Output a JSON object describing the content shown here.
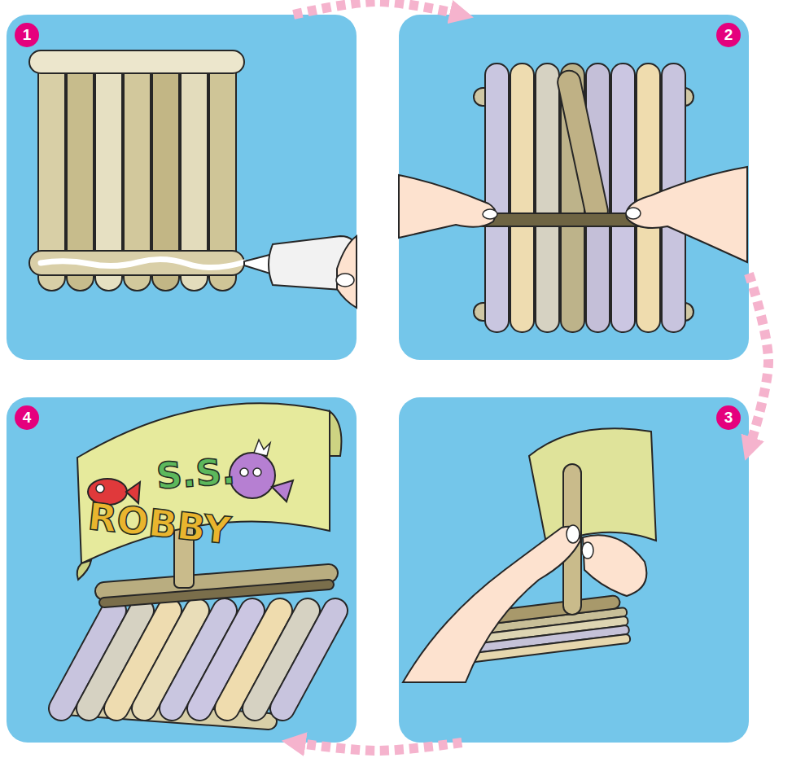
{
  "diagram": {
    "nodes": [
      {
        "text": [
          "1"
        ]
      },
      {
        "text": [
          "2"
        ]
      },
      {
        "text": [
          "4"
        ]
      },
      {
        "text": [
          "3"
        ]
      }
    ],
    "edges": [
      {
        "from": 0,
        "to": 1,
        "arrow": "to"
      },
      {
        "from": 1,
        "to": 3,
        "arrow": "to"
      },
      {
        "from": 3,
        "to": 2,
        "arrow": "to"
      }
    ],
    "labels": [
      "S.S.",
      "ROBBY"
    ]
  }
}
